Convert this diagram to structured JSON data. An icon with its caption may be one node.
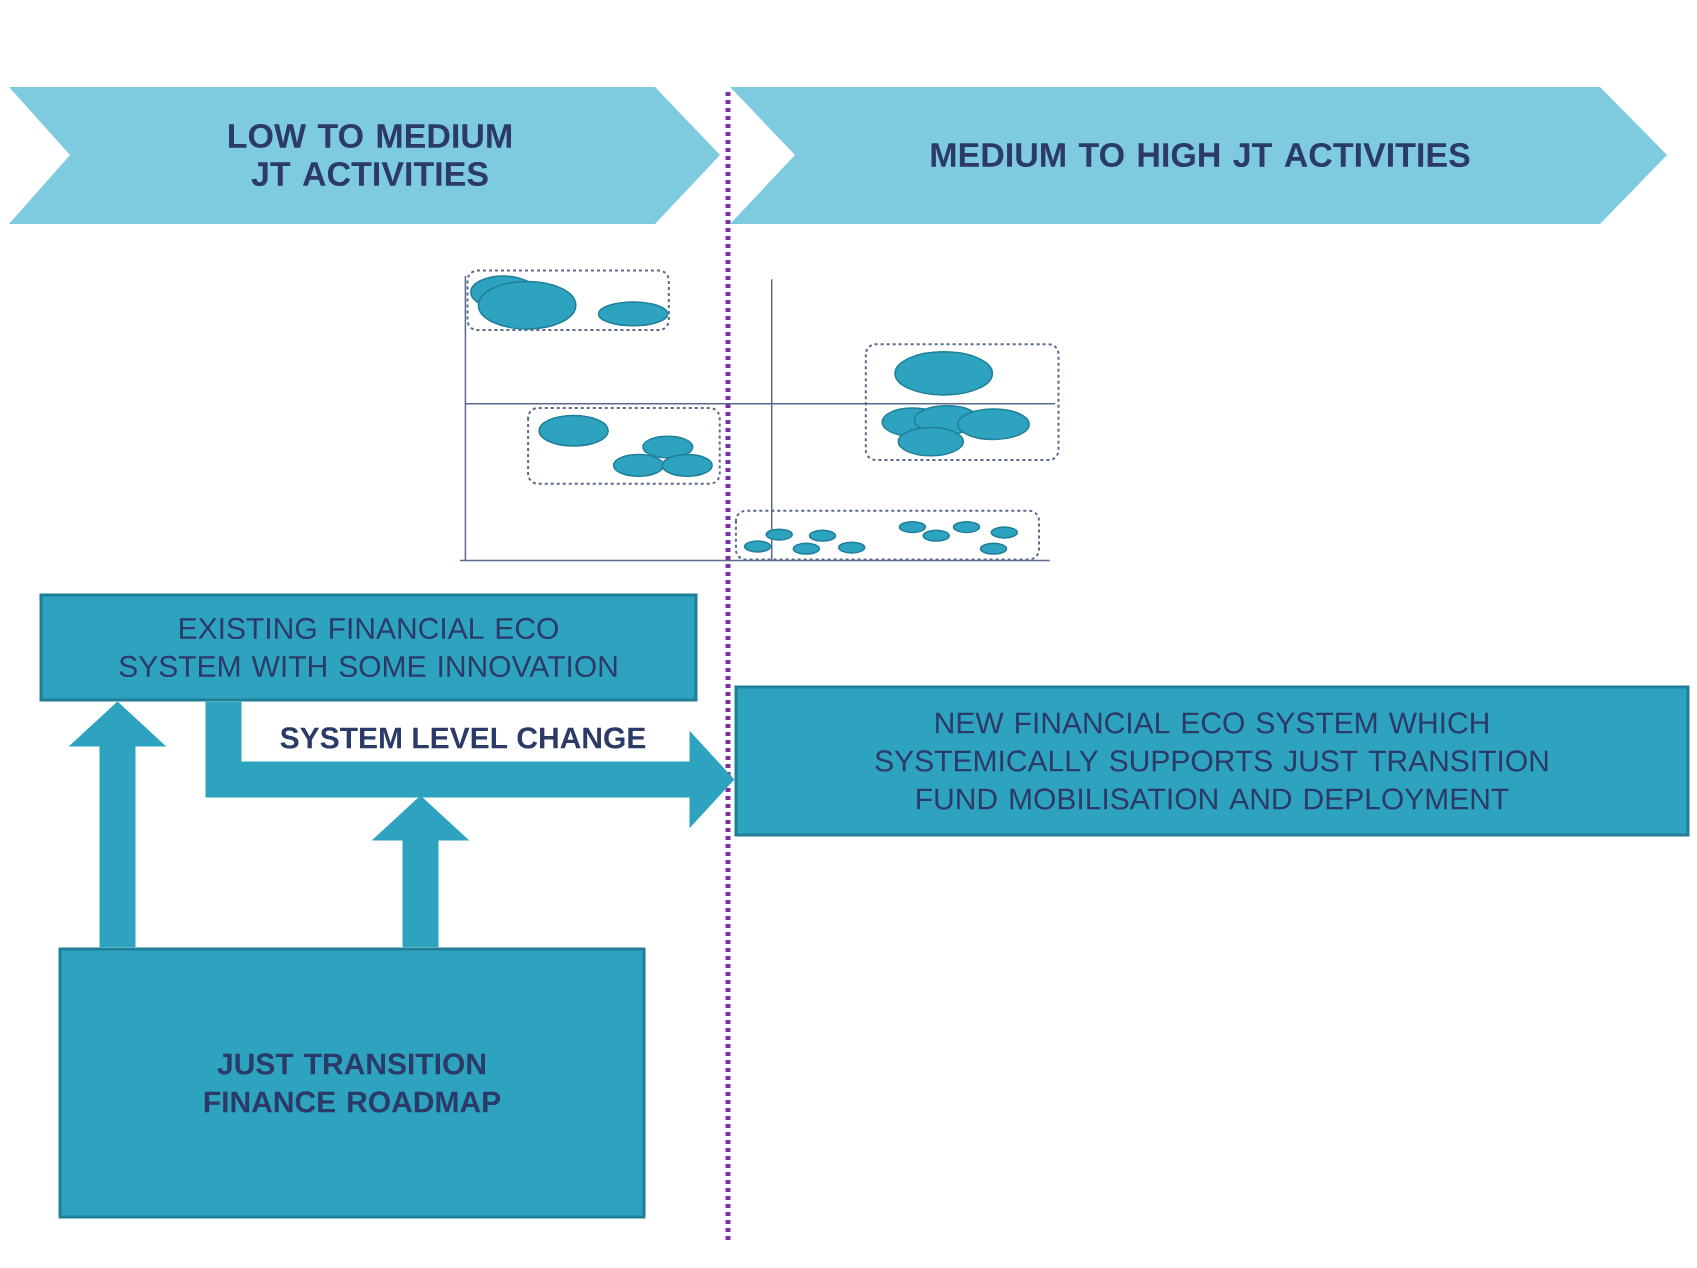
{
  "diagram": {
    "nodes": [
      {
        "text": [
          "LOW TO MEDIUM JT ACTIVITIES"
        ]
      },
      {
        "text": [
          "MEDIUM TO HIGH JT ACTIVITIES"
        ]
      },
      {
        "text": [
          "EXISTING FINANCIAL ECO SYSTEM WITH SOME INNOVATION"
        ]
      },
      {
        "text": [
          "NEW FINANCIAL ECO SYSTEM WHICH SYSTEMICALLY SUPPORTS JUST TRANSITION FUND MOBILISATION AND DEPLOYMENT"
        ]
      },
      {
        "text": [
          "JUST TRANSITION FINANCE ROADMAP"
        ]
      }
    ],
    "edges": [
      {
        "from": 4,
        "to": 2,
        "arrow": "to"
      },
      {
        "from": 2,
        "to": 3,
        "arrow": "to",
        "label": "SYSTEM LEVEL CHANGE"
      },
      {
        "from": 4,
        "to": null,
        "arrow": "to"
      }
    ]
  }
}
